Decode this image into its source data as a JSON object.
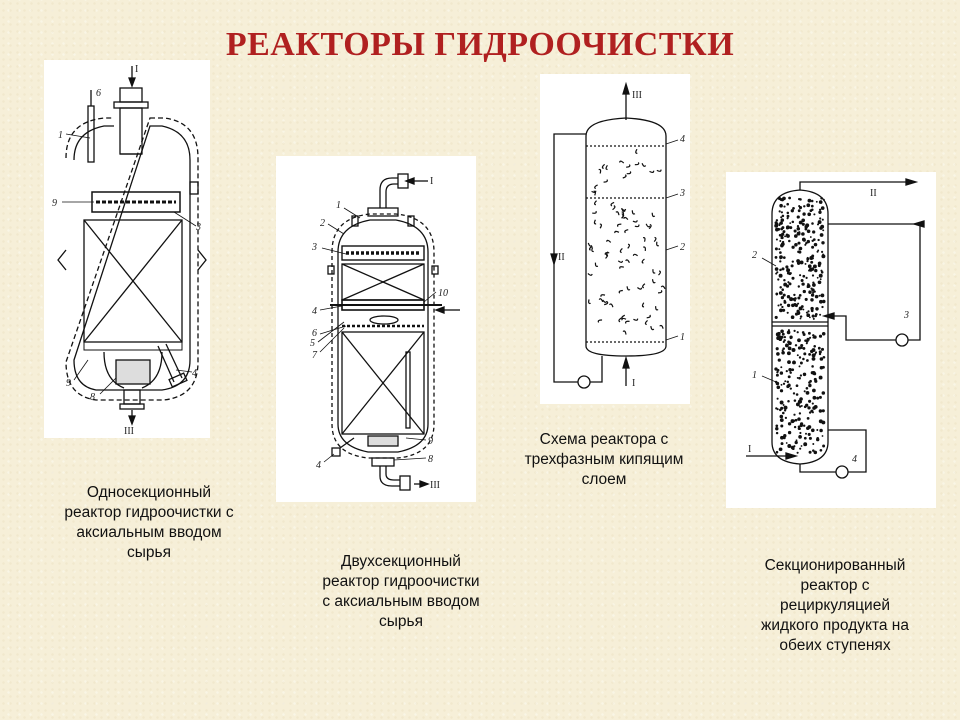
{
  "title": "РЕАКТОРЫ ГИДРООЧИСТКИ",
  "diagrams": [
    {
      "caption": [
        "Односекционный",
        "реактор гидроочистки с",
        "аксиальным вводом",
        "сырья"
      ],
      "labels": {
        "in": "I",
        "out": "III",
        "n1": "1",
        "n3": "3",
        "n4": "4",
        "n6": "6",
        "n8": "8",
        "n9a": "9",
        "n9b": "9"
      }
    },
    {
      "caption": [
        "Двухсекционный",
        "реактор гидроочистки",
        "с аксиальным вводом",
        "сырья"
      ],
      "labels": {
        "in": "I",
        "out": "III",
        "n1": "1",
        "n2": "2",
        "n3": "3",
        "n4a": "4",
        "n4b": "4",
        "n5": "5",
        "n6": "6",
        "n7": "7",
        "n8": "8",
        "n9": "9",
        "n10": "10"
      }
    },
    {
      "caption": [
        "Схема реактора с",
        "трехфазным кипящим",
        "слоем"
      ],
      "labels": {
        "in": "I",
        "mid": "II",
        "out": "III",
        "n1": "1",
        "n2": "2",
        "n3": "3",
        "n4": "4"
      }
    },
    {
      "caption": [
        "Секционированный",
        "реактор с",
        "рециркуляцией",
        "жидкого продукта на",
        "обеих ступенях"
      ],
      "labels": {
        "in": "I",
        "out": "II",
        "n1": "1",
        "n2": "2",
        "n3": "3",
        "n4": "4"
      }
    }
  ]
}
